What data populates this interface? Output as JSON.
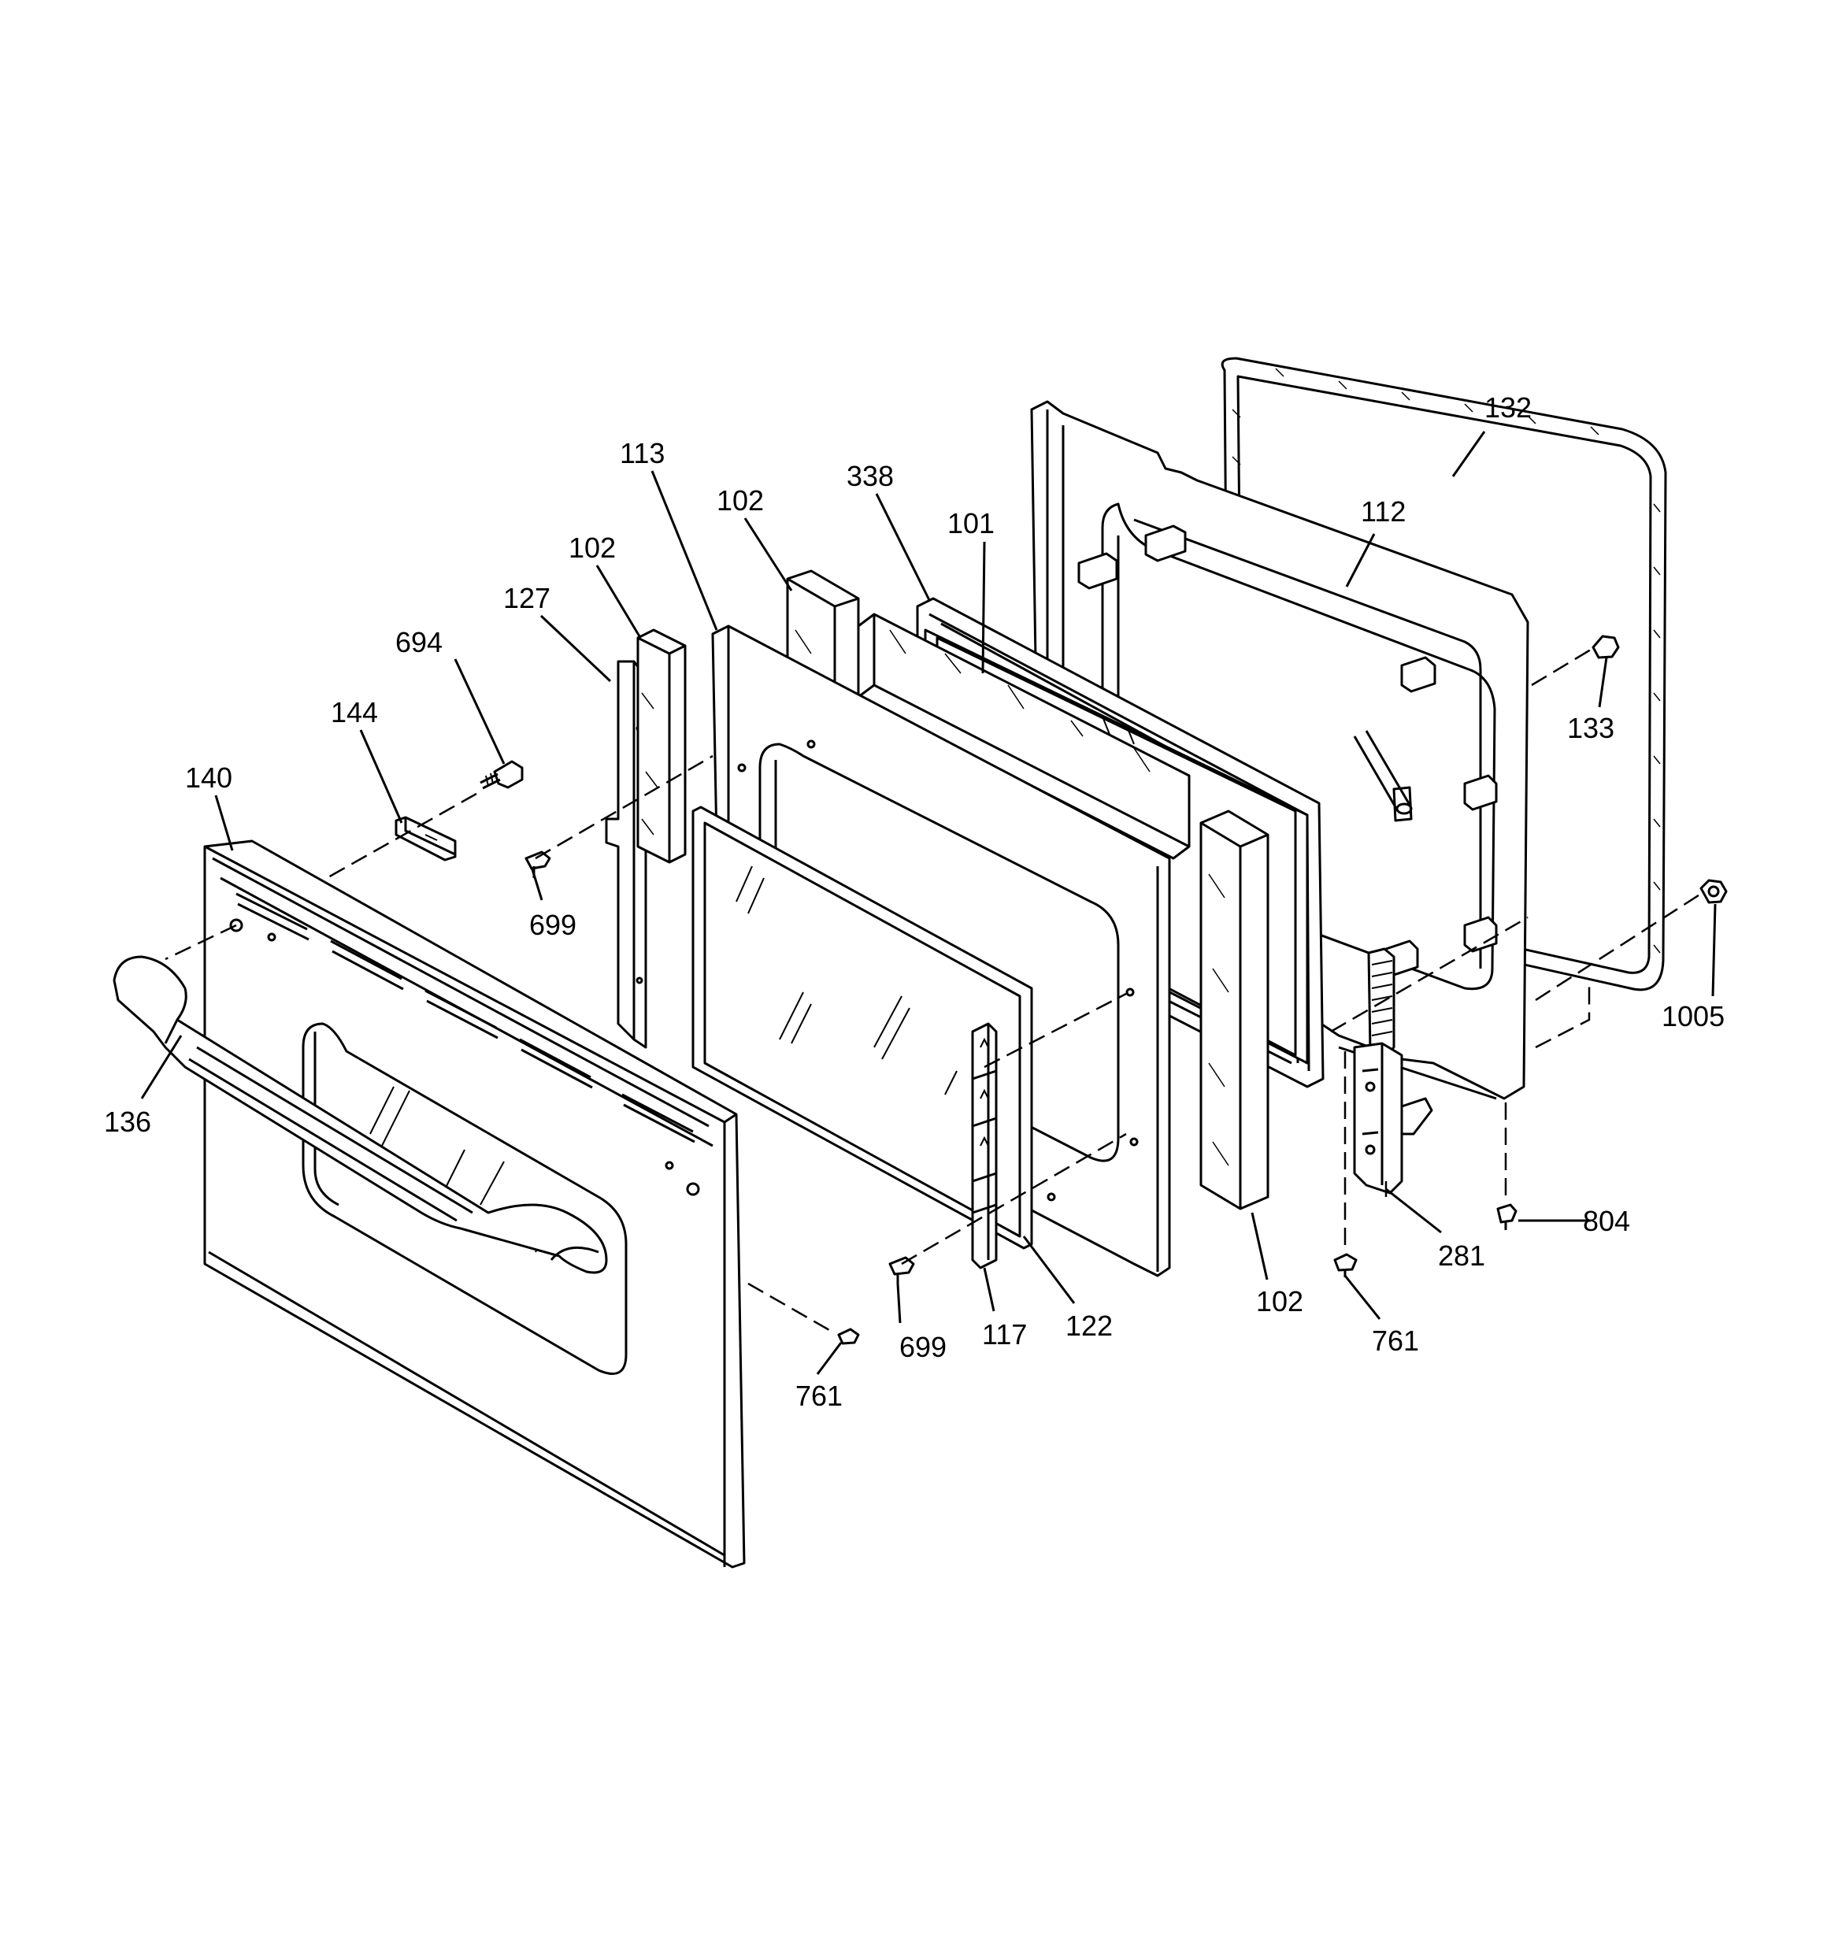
{
  "callouts": [
    {
      "id": "c132",
      "text": "132"
    },
    {
      "id": "c112",
      "text": "112"
    },
    {
      "id": "c133",
      "text": "133"
    },
    {
      "id": "c1005",
      "text": "1005"
    },
    {
      "id": "c804",
      "text": "804"
    },
    {
      "id": "c281",
      "text": "281"
    },
    {
      "id": "c761b",
      "text": "761"
    },
    {
      "id": "c102c",
      "text": "102"
    },
    {
      "id": "c122",
      "text": "122"
    },
    {
      "id": "c117",
      "text": "117"
    },
    {
      "id": "c699b",
      "text": "699"
    },
    {
      "id": "c761a",
      "text": "761"
    },
    {
      "id": "c136",
      "text": "136"
    },
    {
      "id": "c140",
      "text": "140"
    },
    {
      "id": "c144",
      "text": "144"
    },
    {
      "id": "c694",
      "text": "694"
    },
    {
      "id": "c699a",
      "text": "699"
    },
    {
      "id": "c127",
      "text": "127"
    },
    {
      "id": "c102a",
      "text": "102"
    },
    {
      "id": "c113",
      "text": "113"
    },
    {
      "id": "c102b",
      "text": "102"
    },
    {
      "id": "c338",
      "text": "338"
    },
    {
      "id": "c101",
      "text": "101"
    }
  ]
}
